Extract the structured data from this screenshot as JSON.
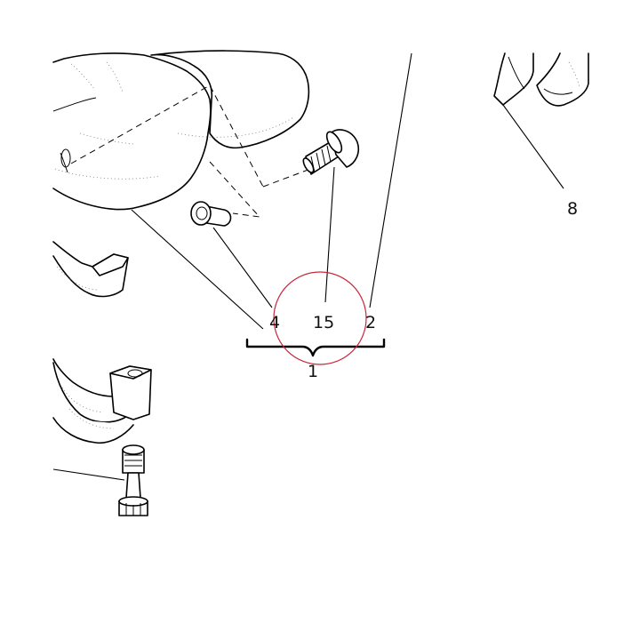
{
  "callouts": {
    "c4": "4",
    "c15": "15",
    "c2": "2",
    "c1": "1",
    "c8": "8"
  },
  "highlight": {
    "target": "15",
    "color": "#c8283c"
  }
}
